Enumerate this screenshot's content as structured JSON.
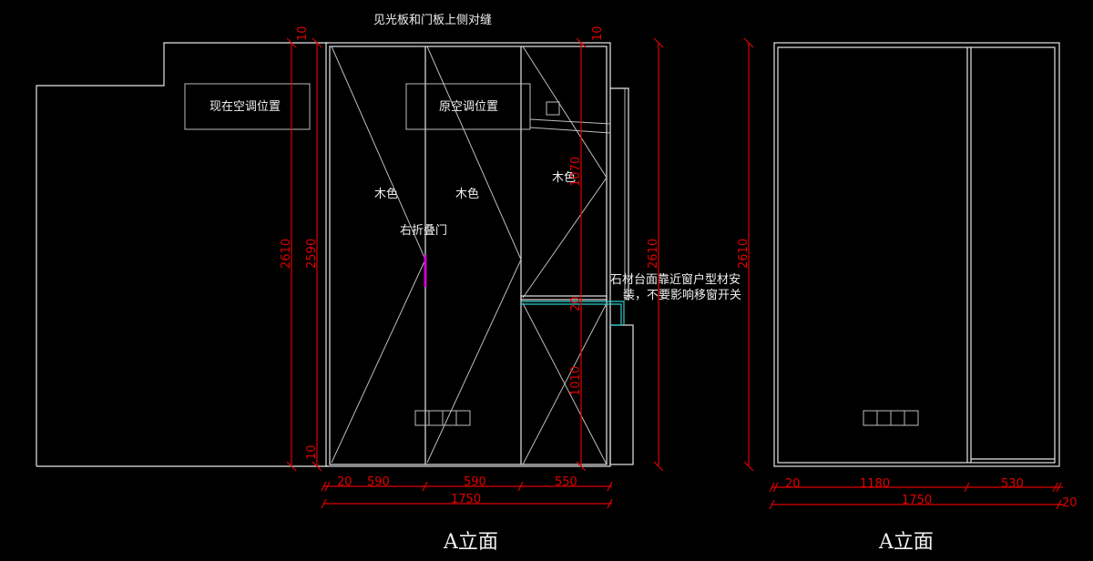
{
  "title_note": "见光板和门板上侧对缝",
  "labels": {
    "current_ac": "现在空调位置",
    "original_ac": "原空调位置",
    "wood_1": "木色",
    "wood_2": "木色",
    "wood_3": "木色",
    "folding_door": "右折叠门",
    "stone_note_1": "石材台面靠近窗户型材安",
    "stone_note_2": "装，不要影响移窗开关"
  },
  "dims_left": {
    "top_gap_left": "10",
    "top_gap_right": "10",
    "bottom_gap": "10",
    "height_total": "2610",
    "height_inner": "2590",
    "upper": "1070",
    "counter": "20",
    "lower": "1010",
    "height_window": "2610",
    "w1": "20",
    "w2": "590",
    "w3": "590",
    "w4": "550",
    "total": "1750"
  },
  "dims_right": {
    "height_total": "2610",
    "w1": "20",
    "w2": "1180",
    "w3": "530",
    "w4": "20",
    "total": "1750"
  },
  "captions": {
    "left": "A立面",
    "right": "A立面"
  }
}
